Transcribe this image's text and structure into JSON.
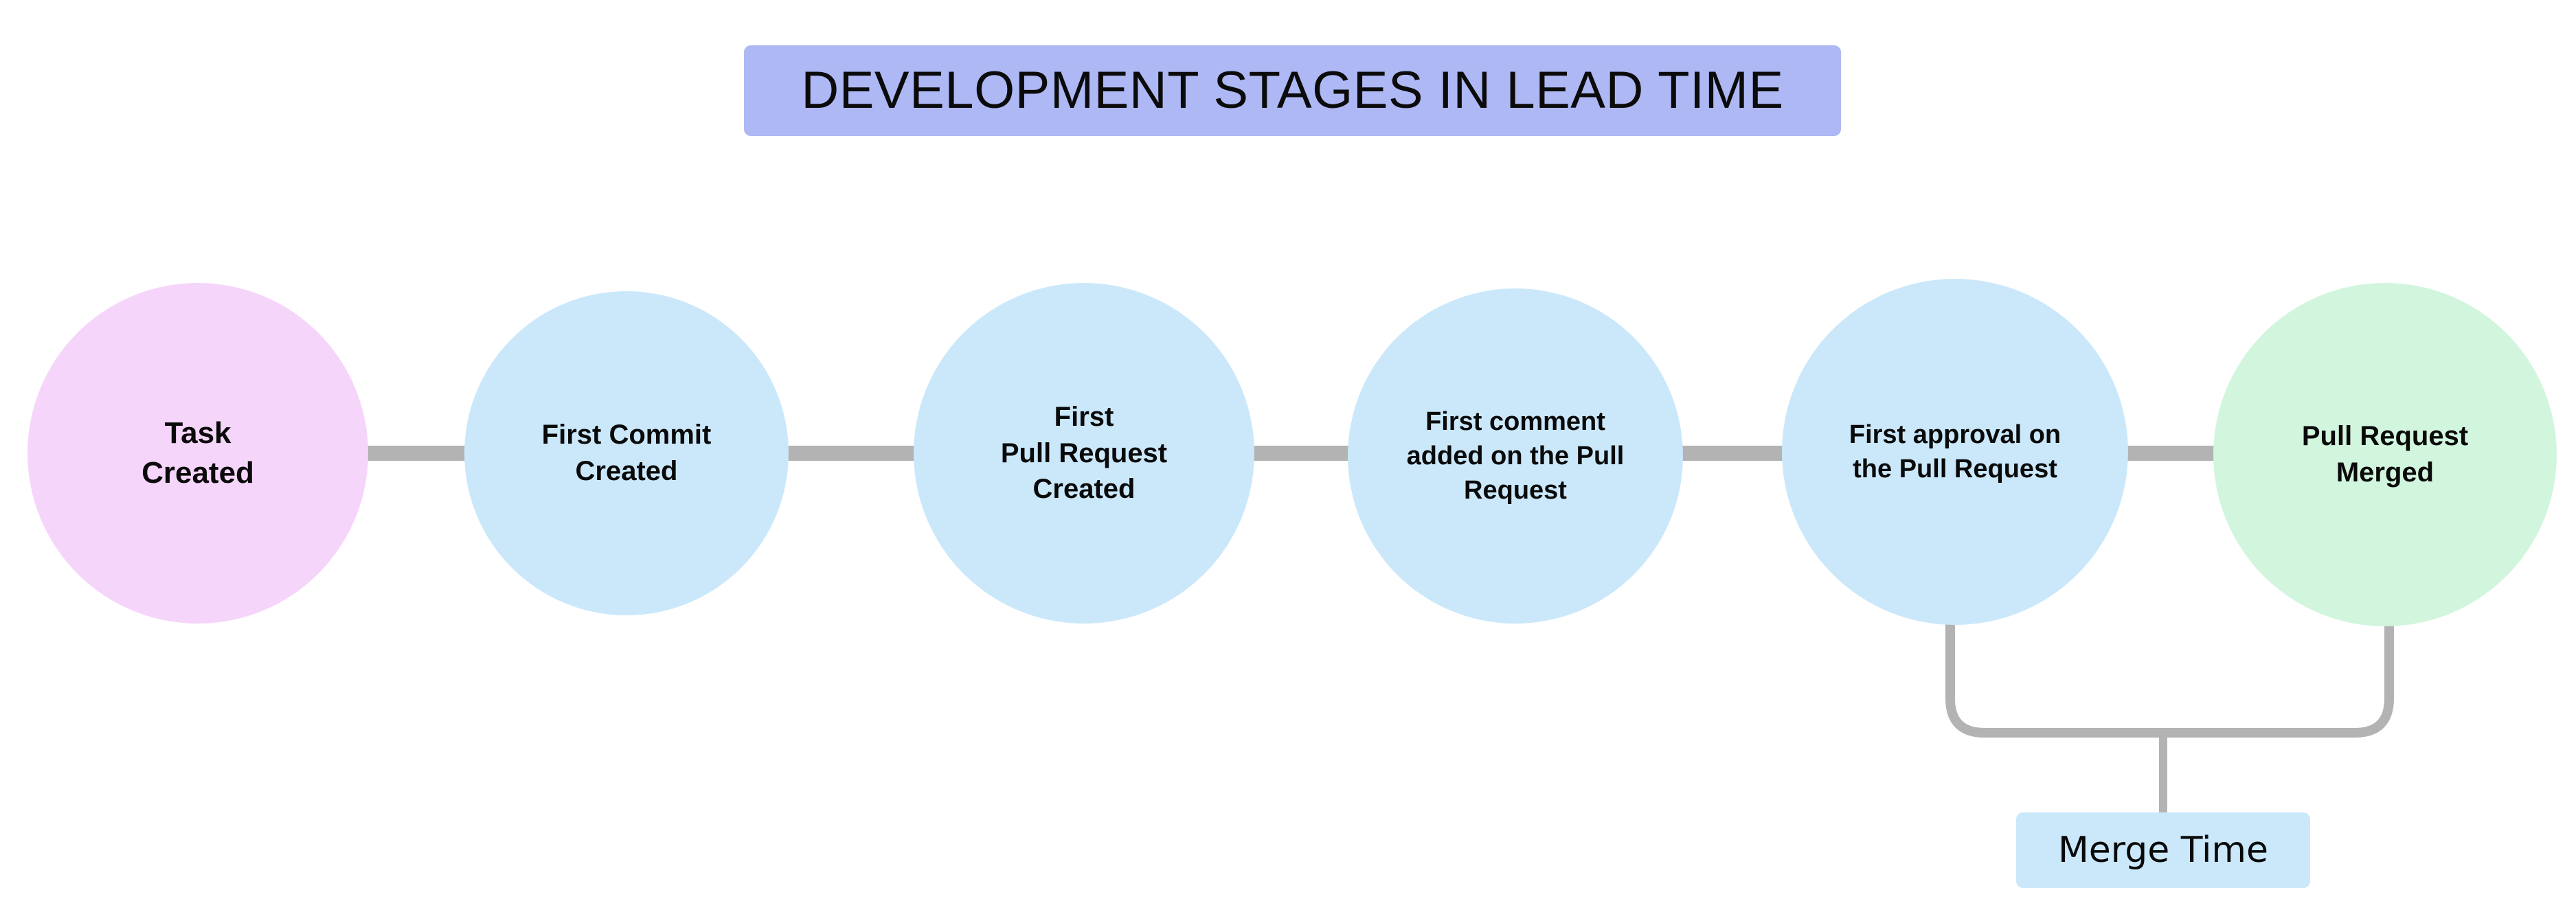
{
  "title": {
    "text": "DEVELOPMENT STAGES IN LEAD TIME",
    "background_color": "#aeb8f5",
    "text_color": "#0b0b0b"
  },
  "diagram": {
    "type": "process-flow",
    "background_color": "#ffffff",
    "connector_color": "#b3b3b3",
    "nodes": [
      {
        "id": "task-created",
        "label": "Task\nCreated",
        "color": "#f6d5fb"
      },
      {
        "id": "first-commit-created",
        "label": "First Commit\nCreated",
        "color": "#cbe8fb"
      },
      {
        "id": "first-pr-created",
        "label": "First\nPull Request\nCreated",
        "color": "#cbe8fb"
      },
      {
        "id": "first-comment-on-pr",
        "label": "First comment\nadded on the Pull\nRequest",
        "color": "#cbe8fb"
      },
      {
        "id": "first-approval-on-pr",
        "label": "First approval on\nthe Pull Request",
        "color": "#cbe8fb"
      },
      {
        "id": "pull-request-merged",
        "label": "Pull Request\nMerged",
        "color": "#d2f5de"
      }
    ],
    "annotations": [
      {
        "id": "merge-time",
        "label": "Merge Time",
        "color": "#cbe8fb",
        "spans_from": "first-approval-on-pr",
        "spans_to": "pull-request-merged"
      }
    ]
  }
}
